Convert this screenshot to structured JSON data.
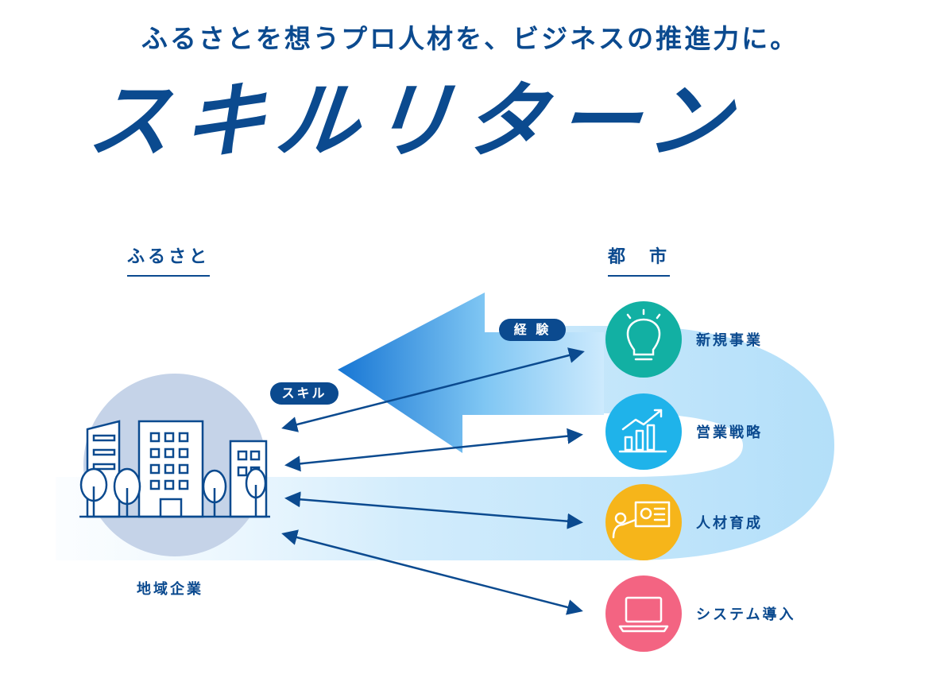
{
  "header": {
    "tagline": "ふるさとを想うプロ人材を、ビジネスの推進力に。",
    "logo_text": "スキルリターン"
  },
  "columns": {
    "left_heading": "ふるさと",
    "right_heading": "都　市"
  },
  "badges": {
    "experience": "経 験",
    "skill": "スキル"
  },
  "left_node": {
    "label": "地域企業",
    "icon": "buildings-icon"
  },
  "right_nodes": [
    {
      "label": "新規事業",
      "icon": "lightbulb-icon",
      "color": "#12b0a3"
    },
    {
      "label": "営業戦略",
      "icon": "growth-chart-icon",
      "color": "#1fb3ea"
    },
    {
      "label": "人材育成",
      "icon": "presentation-icon",
      "color": "#f6b51a"
    },
    {
      "label": "システム導入",
      "icon": "laptop-icon",
      "color": "#f36482"
    }
  ],
  "colors": {
    "primary": "#0b4a8f",
    "flow_light": "#bfe3fb",
    "flow_mid": "#8ccdf5",
    "flow_dark": "#1a7fd8",
    "circle_bg": "#c5d3e8"
  }
}
